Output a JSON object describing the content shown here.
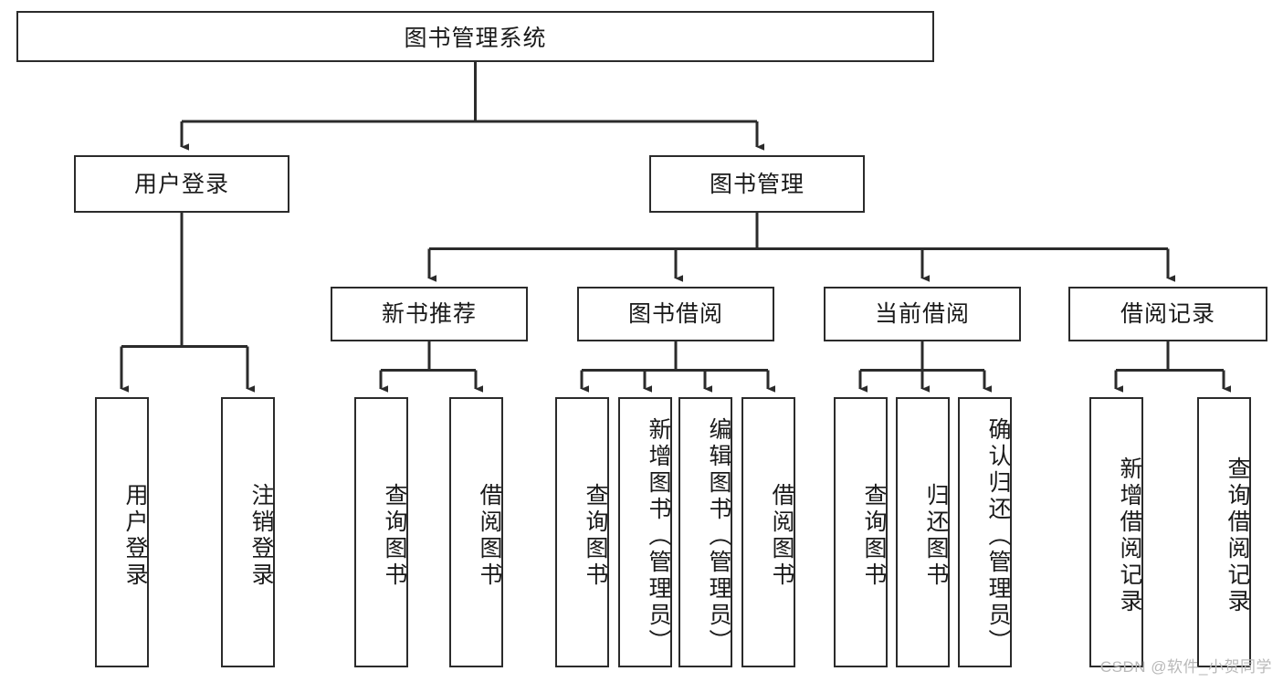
{
  "diagram": {
    "title": "图书管理系统",
    "watermark": "CSDN @软件_小贺同学",
    "stroke_color": "#2b2b2b",
    "background_color": "#ffffff",
    "text_color": "#1a1a1a",
    "watermark_color": "#b9b9b9",
    "type": "tree-hierarchy-chart",
    "levels": 4,
    "root": {
      "label": "图书管理系统",
      "children": [
        {
          "label": "用户登录",
          "children": [
            {
              "label": "用户登录"
            },
            {
              "label": "注销登录"
            }
          ]
        },
        {
          "label": "图书管理",
          "children": [
            {
              "label": "新书推荐",
              "children": [
                {
                  "label": "查询图书"
                },
                {
                  "label": "借阅图书"
                }
              ]
            },
            {
              "label": "图书借阅",
              "children": [
                {
                  "label": "查询图书"
                },
                {
                  "label": "新增图书（管理员）"
                },
                {
                  "label": "编辑图书（管理员）"
                },
                {
                  "label": "借阅图书"
                }
              ]
            },
            {
              "label": "当前借阅",
              "children": [
                {
                  "label": "查询图书"
                },
                {
                  "label": "归还图书"
                },
                {
                  "label": "确认归还（管理员）"
                }
              ]
            },
            {
              "label": "借阅记录",
              "children": [
                {
                  "label": "新增借阅记录"
                },
                {
                  "label": "查询借阅记录"
                }
              ]
            }
          ]
        }
      ]
    },
    "nodes": {
      "root": "图书管理系统",
      "l1_user_login": "用户登录",
      "l1_book_mgmt": "图书管理",
      "l2_new_book_rec": "新书推荐",
      "l2_book_borrow": "图书借阅",
      "l2_current_borrow": "当前借阅",
      "l2_borrow_record": "借阅记录",
      "l3_user_login": "用户登录",
      "l3_logout": "注销登录",
      "l3_rec_query_book": "查询图书",
      "l3_rec_borrow_book": "借阅图书",
      "l3_bb_query_book": "查询图书",
      "l3_bb_add_book": "新增图书（管理员）",
      "l3_bb_edit_book": "编辑图书（管理员）",
      "l3_bb_borrow_book": "借阅图书",
      "l3_cb_query_book": "查询图书",
      "l3_cb_return_book": "归还图书",
      "l3_cb_confirm_return": "确认归还（管理员）",
      "l3_br_add_record": "新增借阅记录",
      "l3_br_query_record": "查询借阅记录"
    }
  }
}
